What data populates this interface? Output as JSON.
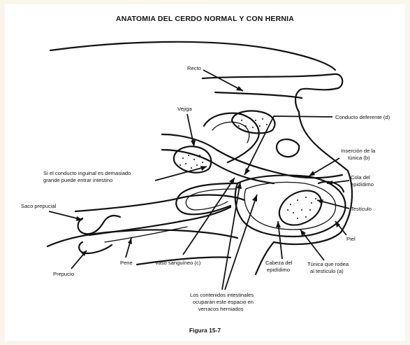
{
  "title": "ANATOMIA DEL CERDO NORMAL Y CON HERNIA",
  "caption": "Figura 15-7",
  "labels": {
    "recto": "Recto",
    "vejiga": "Vejiga",
    "conducto_deferente": "Conducto deferente (d)",
    "insercion_1": "Inserción de la",
    "insercion_2": "túnica (b)",
    "cola_1": "Cola del",
    "cola_2": "epidídimo",
    "testiculo": "Testículo",
    "piel": "Piel",
    "tunica_1": "Túnica que rodea",
    "tunica_2": "al testículo (a)",
    "cabeza_1": "Cabeza del",
    "cabeza_2": "epidídimo",
    "contenidos_1": "Los contenidos intestinales",
    "contenidos_2": "ocuparán este espacio en",
    "contenidos_3": "verracos herniados",
    "vaso": "Vaso sanguíneo (c)",
    "pene": "Pene",
    "prepucio": "Prepucio",
    "saco": "Saco prepucial",
    "inguinal_1": "Si el conducto inguinal es demasiado",
    "inguinal_2": "grande puede entrar intestino"
  }
}
